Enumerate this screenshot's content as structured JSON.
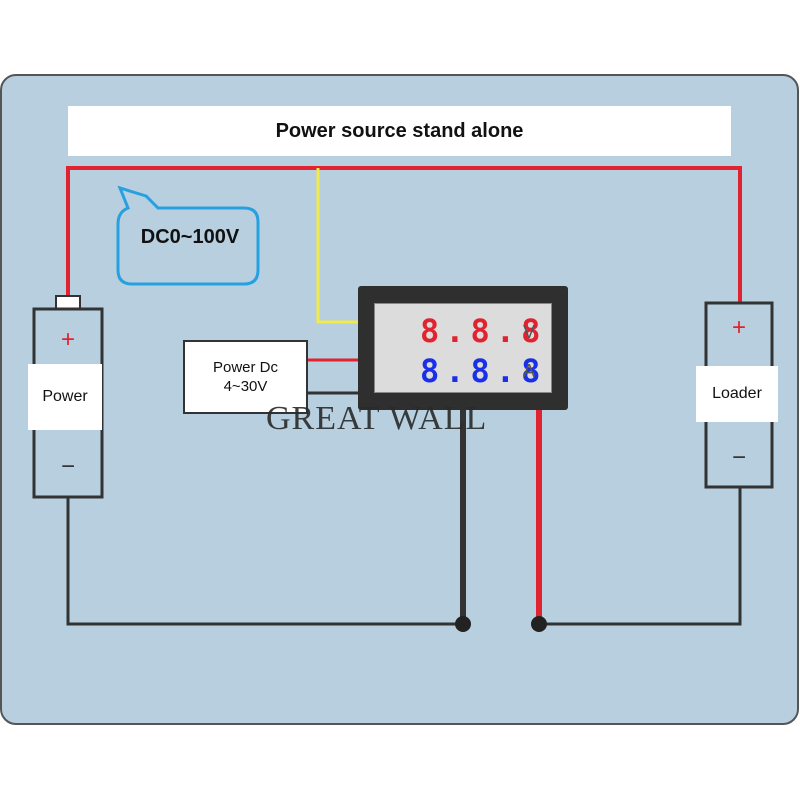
{
  "title": "Power source stand alone",
  "callout": "DC0~100V",
  "battery": {
    "label": "Power",
    "plus": "+",
    "minus": "−"
  },
  "load": {
    "label": "Loader",
    "plus": "+",
    "minus": "−"
  },
  "psu": {
    "line1": "Power Dc",
    "line2": "4~30V"
  },
  "meter": {
    "voltage_reading": "8.8.8",
    "voltage_unit": "V",
    "current_reading": "8.8.8",
    "current_unit": "A"
  },
  "watermark": "GREAT WALL",
  "colors": {
    "panel": "#b7cfdf",
    "positive_wire": "#e0232e",
    "negative_wire": "#333333",
    "signal_wire": "#f2ea4a",
    "voltage_digits": "#e0232e",
    "current_digits": "#1a2fe8",
    "callout_border": "#27a0e0"
  }
}
